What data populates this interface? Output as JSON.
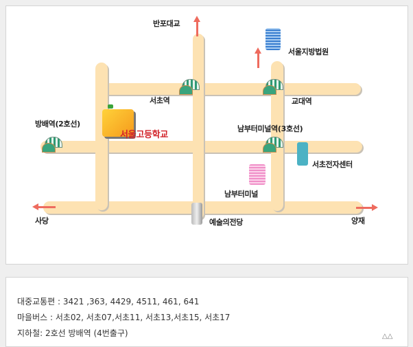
{
  "map": {
    "labels": {
      "banpo_bridge": "반포대교",
      "seoul_court": "서울지방법원",
      "seocho_station": "서초역",
      "gyodae_station": "교대역",
      "bangbae_station": "방배역(2호선)",
      "school": "서울고등학교",
      "nambu_station": "남부터미널역(3호선)",
      "electronics_center": "서초전자센터",
      "nambu_terminal": "남부터미널",
      "sadang": "사당",
      "arts_center": "예술의전당",
      "yangjae": "양재"
    }
  },
  "info": {
    "bus": "대중교통편 : 3421 ,363, 4429, 4511, 461, 641",
    "village_bus": "마을버스 : 서초02, 서초07,서초11, 서초13,서초15, 서초17",
    "subway": "지하철: 2호선 방배역 (4번출구)"
  }
}
